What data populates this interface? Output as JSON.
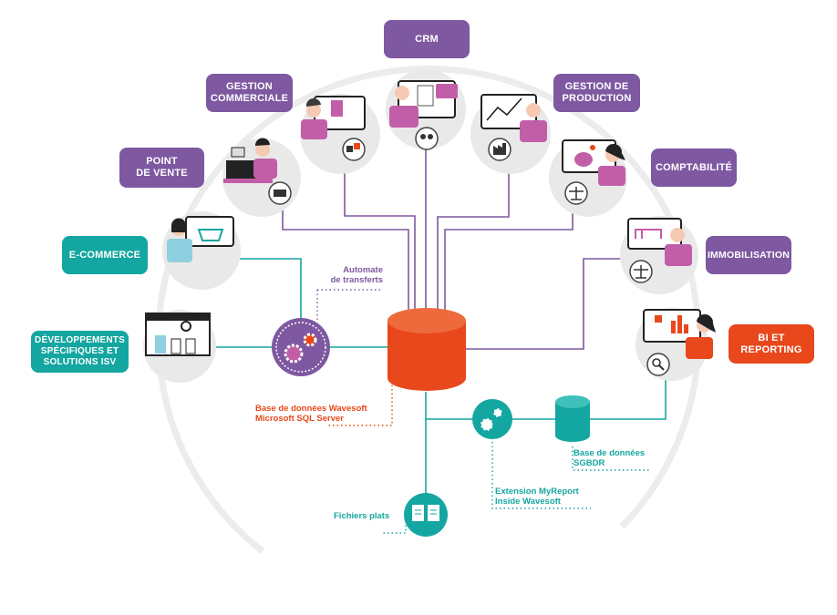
{
  "colors": {
    "purple": "#7e58a0",
    "teal": "#14a6a0",
    "orange": "#e8481b",
    "grey_ring": "#e9e9e9",
    "pink": "#c25ea8",
    "skin": "#f6c9b2"
  },
  "modules": {
    "crm": "CRM",
    "gestion_commerciale": "GESTION\nCOMMERCIALE",
    "gestion_production": "GESTION DE\nPRODUCTION",
    "point_de_vente": "POINT\nDE VENTE",
    "comptabilite": "COMPTABILITÉ",
    "ecommerce": "E-COMMERCE",
    "immobilisation": "IMMOBILISATION",
    "developpements": "DÉVELOPPEMENTS\nSPÉCIFIQUES ET\nSOLUTIONS ISV",
    "bi_reporting": "BI ET\nREPORTING"
  },
  "annotations": {
    "automate": "Automate\nde transferts",
    "database": "Base de données Wavesoft\nMicrosoft SQL Server",
    "sgbdr": "Base de données\nSGBDR",
    "myreport": "Extension MyReport\nInside Wavesoft",
    "fichiers": "Fichiers plats"
  },
  "icons": [
    "person-tablet-icon",
    "documents-chat-icon",
    "chart-presentation-icon",
    "cash-register-icon",
    "piggy-bank-icon",
    "shopping-basket-icon",
    "desk-presentation-icon",
    "warehouse-icon",
    "bar-chart-presentation-icon",
    "gear-icon",
    "database-icon",
    "file-icon",
    "scale-icon",
    "factory-icon",
    "magnifier-icon",
    "boxes-icon"
  ]
}
